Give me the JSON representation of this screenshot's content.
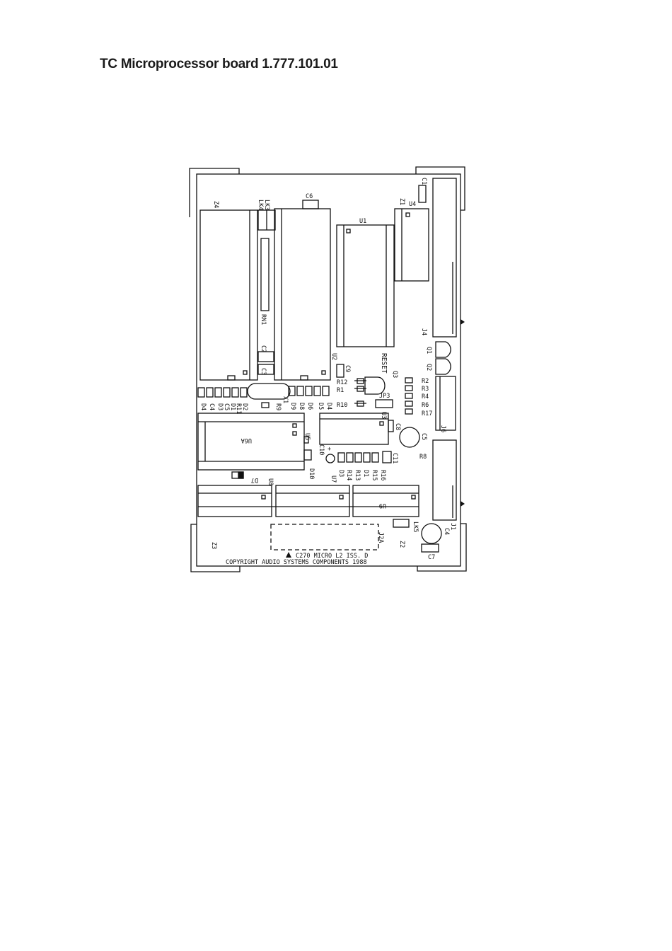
{
  "page": {
    "title": "TC Microprocessor board 1.777.101.01"
  },
  "board": {
    "labels": {
      "Z4": "Z4",
      "LK3": "LK3",
      "LK4": "LK4",
      "C6": "C6",
      "U1": "U1",
      "Z1": "Z1",
      "U4": "U4",
      "C1": "C1",
      "RN1": "RN1",
      "C2": "C2",
      "C3": "C3",
      "U2": "U2",
      "C9": "C9",
      "RESET": "RESET",
      "Q3": "Q3",
      "Q1": "Q1",
      "Q2": "Q2",
      "J4": "J4",
      "R12": "R12",
      "R1": "R1",
      "JP3": "JP3",
      "R10": "R10",
      "R2": "R2",
      "R3": "R3",
      "R4": "R4",
      "R6": "R6",
      "R17": "R17",
      "J6": "J6",
      "X1": "X1",
      "R9": "R9",
      "D4": "D4",
      "C4": "C4",
      "D3": "D3",
      "C5": "C5",
      "D1": "D1",
      "D2": "D2",
      "R11": "R11",
      "D9": "D9",
      "D8": "D8",
      "D6": "D6",
      "D5": "D5",
      "U3": "U3",
      "C8": "C8",
      "U6A": "U6A",
      "U5": "U5",
      "C10": "C10",
      "C11": "C11",
      "R8": "R8",
      "C5b": "C5",
      "D7": "D7",
      "D10": "D10",
      "D3b": "D3",
      "R14": "R14",
      "R13": "R13",
      "D1b": "D1",
      "R15": "R15",
      "R16": "R16",
      "U8": "U8",
      "U7": "U7",
      "U9": "U9",
      "J1": "J1",
      "C4b": "C4",
      "LK5": "LK5",
      "Z3": "Z3",
      "J2A": "J2A",
      "Z2": "Z2",
      "C7": "C7",
      "plus": "+"
    },
    "footer_line1": "C270 MICRO L2 ISS. D",
    "footer_line2": "COPYRIGHT AUDIO SYSTEMS COMPONENTS 1988"
  }
}
